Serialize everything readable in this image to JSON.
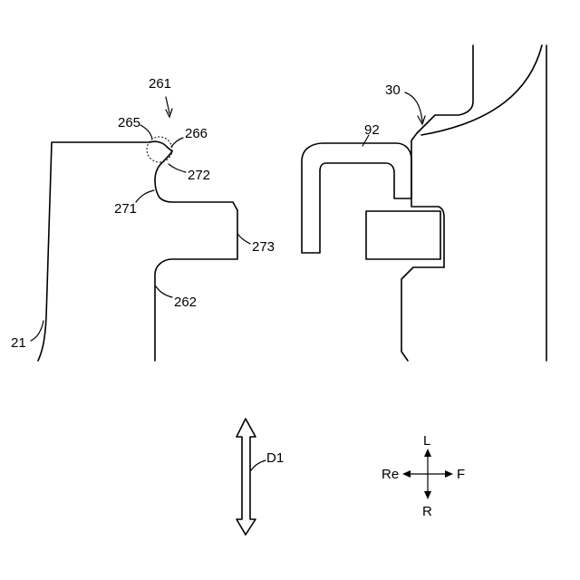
{
  "labels": {
    "ref_261": "261",
    "ref_265": "265",
    "ref_266": "266",
    "ref_272": "272",
    "ref_271": "271",
    "ref_273": "273",
    "ref_262": "262",
    "ref_21": "21",
    "ref_30": "30",
    "ref_92": "92",
    "ref_D1": "D1"
  },
  "compass": {
    "up": "L",
    "down": "R",
    "left": "Re",
    "right": "F"
  }
}
